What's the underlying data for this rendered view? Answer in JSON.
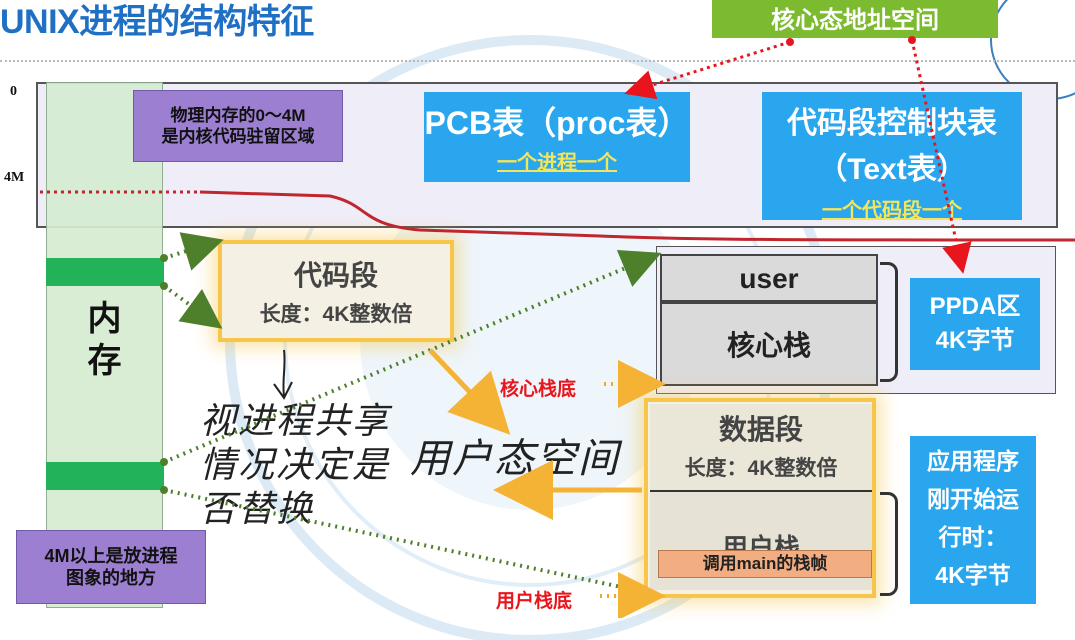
{
  "title": "UNIX进程的结构特征",
  "kernel_space_label": "核心态地址空间",
  "address_marks": {
    "zero": "0",
    "four_m": "4M"
  },
  "kernel_note": "物理内存的0～4M\n是内核代码驻留区域",
  "pcb_table": {
    "title": "PCB表（proc表）",
    "subtitle": "一个进程一个"
  },
  "text_table": {
    "line1": "代码段控制块表",
    "line2": "（Text表）",
    "subtitle": "一个代码段一个"
  },
  "memory_label": "内\n存",
  "memory_note": "4M以上是放进程\n图象的地方",
  "code_segment": {
    "title": "代码段",
    "length": "长度：4K整数倍"
  },
  "user_area": "user",
  "kernel_stack": "核心栈",
  "ppda": {
    "line1": "PPDA区",
    "line2": "4K字节"
  },
  "kernel_stack_bottom": "核心栈底",
  "data_segment": {
    "title": "数据段",
    "length": "长度：4K整数倍"
  },
  "user_stack": "用户栈",
  "main_frame": "调用main的栈帧",
  "user_stack_bottom": "用户栈底",
  "app_start_note": "应用程序\n刚开始运\n行时：\n4K字节",
  "handwriting": {
    "shared_note": "视进程共享\n情况决定是\n否替换",
    "user_space": "用户态空间"
  },
  "colors": {
    "title_blue": "#1f6fc4",
    "green": "#7cbb2f",
    "memory_bar_green": "#21b25a",
    "purple": "#9c7fd0",
    "blue": "#2aa6ee",
    "yellow_border": "#f7c54a",
    "red": "#e8161c",
    "dotted_green": "#4e7f2a"
  }
}
